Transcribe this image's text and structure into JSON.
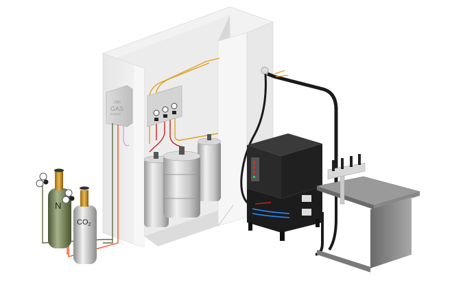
{
  "diagram": {
    "gas_blender": {
      "brand": "UBC",
      "title": "GAS",
      "subtitle": "BLENDER"
    },
    "cylinders": [
      {
        "label": "N",
        "color": "#6f7d55"
      },
      {
        "label": "CO",
        "subscript": "2",
        "color": "#c8c8c8"
      }
    ],
    "colors": {
      "nitrogen_line": "#5a6a40",
      "co2_line": "#ff4a1a",
      "blend_line": "#e0a020",
      "beer_line": "#1a1a1a",
      "glycol_line": "#2a8cff",
      "pink_line": "#ee88ee"
    }
  }
}
